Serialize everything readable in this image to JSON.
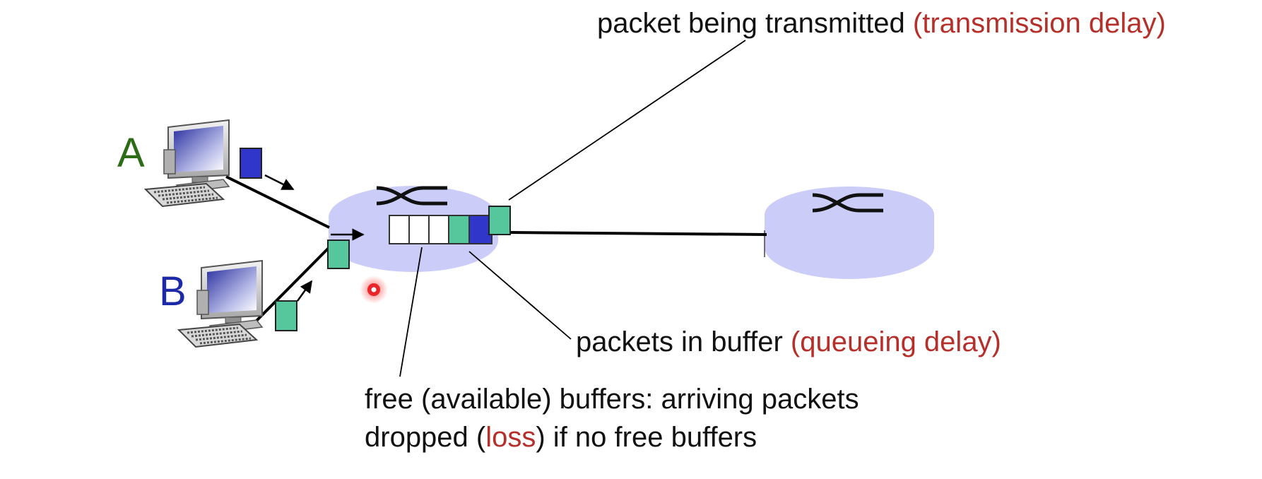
{
  "hosts": {
    "a": {
      "label": "A"
    },
    "b": {
      "label": "B"
    }
  },
  "annotations": {
    "transmission": {
      "text": "packet being transmitted ",
      "delay": "(transmission delay)"
    },
    "queueing": {
      "text": "packets in buffer ",
      "delay": "(queueing delay)"
    },
    "free_buffers": {
      "line1": "free (available) buffers: arriving packets",
      "line2_pre": "dropped (",
      "line2_loss": "loss",
      "line2_post": ") if no free buffers"
    }
  },
  "colors": {
    "router": "#ccccf8",
    "packet_blue": "#3036c9",
    "packet_green": "#56c79d",
    "highlight": "#b5302a",
    "host_a": "#2e6b17",
    "host_b": "#1d2aa8",
    "pointer": "#e8252a"
  },
  "icons": [
    "computer-a-icon",
    "computer-b-icon",
    "router-left-icon",
    "router-right-icon",
    "pointer-dot-icon"
  ],
  "buffer": {
    "slots": 5,
    "free": 3,
    "queued": [
      "green",
      "blue"
    ],
    "in_transmission": "green"
  }
}
